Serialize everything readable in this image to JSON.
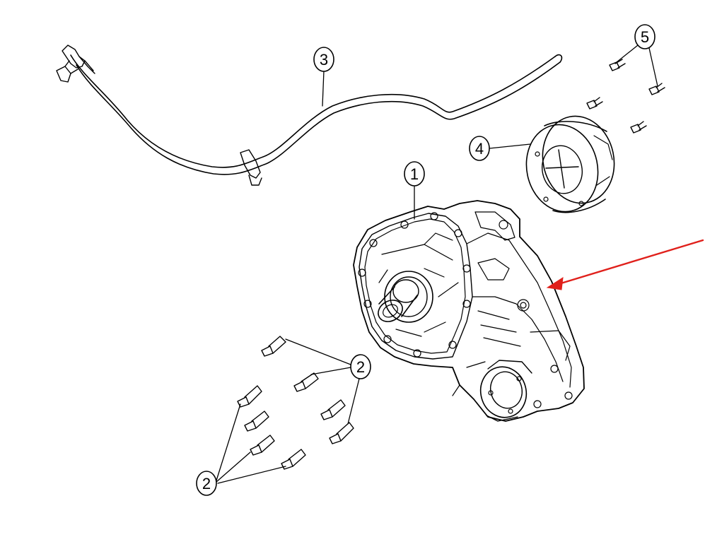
{
  "callouts": [
    {
      "id": "1",
      "label": "1"
    },
    {
      "id": "2",
      "label": "2"
    },
    {
      "id": "3",
      "label": "3"
    },
    {
      "id": "4",
      "label": "4"
    },
    {
      "id": "5",
      "label": "5"
    }
  ],
  "colors": {
    "line": "#000000",
    "arrow": "#e0201b",
    "background": "#ffffff"
  }
}
